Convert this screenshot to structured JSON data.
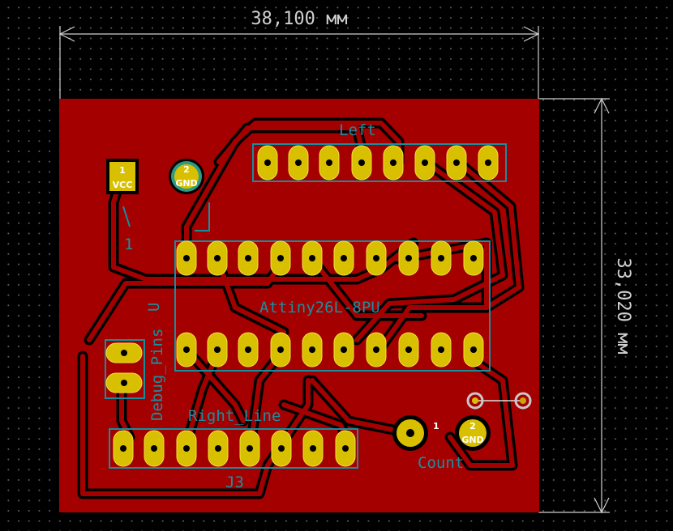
{
  "dimensions": {
    "width_label": "38,100 мм",
    "height_label": "33,020 мм"
  },
  "silkscreen": {
    "left_line": "Left",
    "mcu": "Attiny26L-8PU",
    "debug": "Debug_Pins",
    "right_line": "Right_Line",
    "j3": "J3",
    "count": "Count",
    "u_label": "U",
    "one": "1"
  },
  "pads": {
    "vcc": {
      "number": "1",
      "label": "VCC"
    },
    "gnd1": {
      "number": "2",
      "label": "GND"
    },
    "gnd2": {
      "number": "2",
      "label": "GND"
    },
    "count_pin": {
      "number": "1"
    }
  },
  "colors": {
    "board": "#a50000",
    "pad": "#d8c000",
    "silk": "#138fa0",
    "dim": "#d0d0d0",
    "copper_ring": "#2e9a83"
  }
}
